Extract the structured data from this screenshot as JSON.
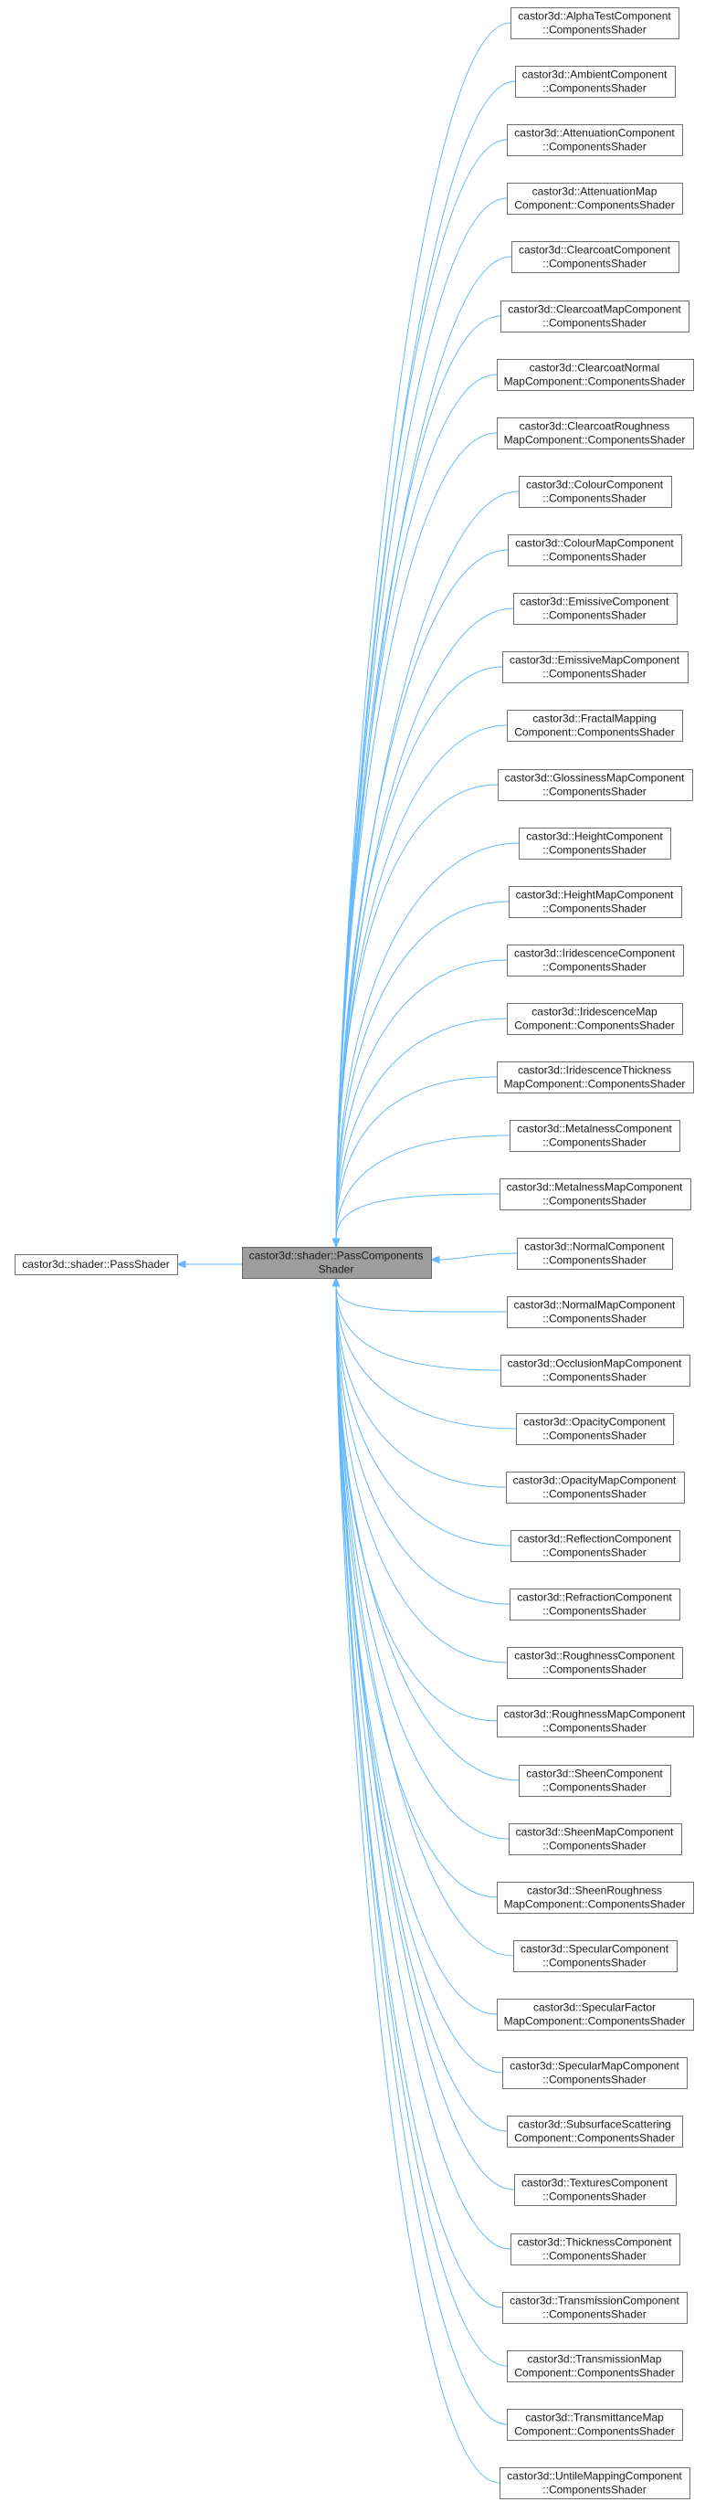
{
  "colors": {
    "edge": "#63b8ff",
    "focus_fill": "#9d9d9d",
    "box_border": "#6f6f6f"
  },
  "base_class": {
    "lines": [
      "castor3d::shader::PassShader"
    ]
  },
  "focus_class": {
    "lines": [
      "castor3d::shader::PassComponents",
      "Shader"
    ]
  },
  "derived_classes": [
    {
      "lines": [
        "castor3d::AlphaTestComponent",
        "::ComponentsShader"
      ]
    },
    {
      "lines": [
        "castor3d::AmbientComponent",
        "::ComponentsShader"
      ]
    },
    {
      "lines": [
        "castor3d::AttenuationComponent",
        "::ComponentsShader"
      ]
    },
    {
      "lines": [
        "castor3d::AttenuationMap",
        "Component::ComponentsShader"
      ]
    },
    {
      "lines": [
        "castor3d::ClearcoatComponent",
        "::ComponentsShader"
      ]
    },
    {
      "lines": [
        "castor3d::ClearcoatMapComponent",
        "::ComponentsShader"
      ]
    },
    {
      "lines": [
        "castor3d::ClearcoatNormal",
        "MapComponent::ComponentsShader"
      ]
    },
    {
      "lines": [
        "castor3d::ClearcoatRoughness",
        "MapComponent::ComponentsShader"
      ]
    },
    {
      "lines": [
        "castor3d::ColourComponent",
        "::ComponentsShader"
      ]
    },
    {
      "lines": [
        "castor3d::ColourMapComponent",
        "::ComponentsShader"
      ]
    },
    {
      "lines": [
        "castor3d::EmissiveComponent",
        "::ComponentsShader"
      ]
    },
    {
      "lines": [
        "castor3d::EmissiveMapComponent",
        "::ComponentsShader"
      ]
    },
    {
      "lines": [
        "castor3d::FractalMapping",
        "Component::ComponentsShader"
      ]
    },
    {
      "lines": [
        "castor3d::GlossinessMapComponent",
        "::ComponentsShader"
      ]
    },
    {
      "lines": [
        "castor3d::HeightComponent",
        "::ComponentsShader"
      ]
    },
    {
      "lines": [
        "castor3d::HeightMapComponent",
        "::ComponentsShader"
      ]
    },
    {
      "lines": [
        "castor3d::IridescenceComponent",
        "::ComponentsShader"
      ]
    },
    {
      "lines": [
        "castor3d::IridescenceMap",
        "Component::ComponentsShader"
      ]
    },
    {
      "lines": [
        "castor3d::IridescenceThickness",
        "MapComponent::ComponentsShader"
      ]
    },
    {
      "lines": [
        "castor3d::MetalnessComponent",
        "::ComponentsShader"
      ]
    },
    {
      "lines": [
        "castor3d::MetalnessMapComponent",
        "::ComponentsShader"
      ]
    },
    {
      "lines": [
        "castor3d::NormalComponent",
        "::ComponentsShader"
      ]
    },
    {
      "lines": [
        "castor3d::NormalMapComponent",
        "::ComponentsShader"
      ]
    },
    {
      "lines": [
        "castor3d::OcclusionMapComponent",
        "::ComponentsShader"
      ]
    },
    {
      "lines": [
        "castor3d::OpacityComponent",
        "::ComponentsShader"
      ]
    },
    {
      "lines": [
        "castor3d::OpacityMapComponent",
        "::ComponentsShader"
      ]
    },
    {
      "lines": [
        "castor3d::ReflectionComponent",
        "::ComponentsShader"
      ]
    },
    {
      "lines": [
        "castor3d::RefractionComponent",
        "::ComponentsShader"
      ]
    },
    {
      "lines": [
        "castor3d::RoughnessComponent",
        "::ComponentsShader"
      ]
    },
    {
      "lines": [
        "castor3d::RoughnessMapComponent",
        "::ComponentsShader"
      ]
    },
    {
      "lines": [
        "castor3d::SheenComponent",
        "::ComponentsShader"
      ]
    },
    {
      "lines": [
        "castor3d::SheenMapComponent",
        "::ComponentsShader"
      ]
    },
    {
      "lines": [
        "castor3d::SheenRoughness",
        "MapComponent::ComponentsShader"
      ]
    },
    {
      "lines": [
        "castor3d::SpecularComponent",
        "::ComponentsShader"
      ]
    },
    {
      "lines": [
        "castor3d::SpecularFactor",
        "MapComponent::ComponentsShader"
      ]
    },
    {
      "lines": [
        "castor3d::SpecularMapComponent",
        "::ComponentsShader"
      ]
    },
    {
      "lines": [
        "castor3d::SubsurfaceScattering",
        "Component::ComponentsShader"
      ]
    },
    {
      "lines": [
        "castor3d::TexturesComponent",
        "::ComponentsShader"
      ]
    },
    {
      "lines": [
        "castor3d::ThicknessComponent",
        "::ComponentsShader"
      ]
    },
    {
      "lines": [
        "castor3d::TransmissionComponent",
        "::ComponentsShader"
      ]
    },
    {
      "lines": [
        "castor3d::TransmissionMap",
        "Component::ComponentsShader"
      ]
    },
    {
      "lines": [
        "castor3d::TransmittanceMap",
        "Component::ComponentsShader"
      ]
    },
    {
      "lines": [
        "castor3d::UntileMappingComponent",
        "::ComponentsShader"
      ]
    }
  ]
}
